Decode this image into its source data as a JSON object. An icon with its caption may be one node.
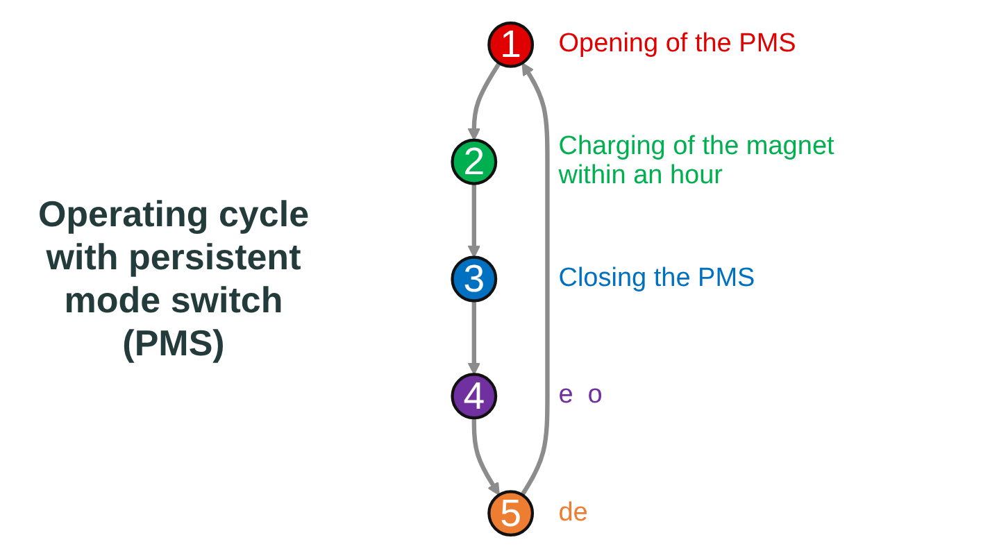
{
  "diagram": {
    "title": "Operating cycle with persistent mode switch (PMS)",
    "nodes": [
      {
        "text": [
          "1"
        ],
        "beside": [
          "Opening of the PMS"
        ]
      },
      {
        "text": [
          "2"
        ],
        "beside": [
          "Charging of the magnet within an hour"
        ]
      },
      {
        "text": [
          "3"
        ],
        "beside": [
          "Closing the PMS"
        ]
      },
      {
        "text": [
          "4"
        ],
        "beside": [
          "e",
          "o"
        ]
      },
      {
        "text": [
          "5"
        ],
        "beside": [
          "de"
        ]
      }
    ],
    "edges": [
      {
        "from": 0,
        "to": 1,
        "arrow": "to"
      },
      {
        "from": 1,
        "to": 2,
        "arrow": "to"
      },
      {
        "from": 2,
        "to": 3,
        "arrow": "to"
      },
      {
        "from": 3,
        "to": 4,
        "arrow": "to"
      },
      {
        "from": 4,
        "to": 0,
        "arrow": "to"
      }
    ]
  }
}
